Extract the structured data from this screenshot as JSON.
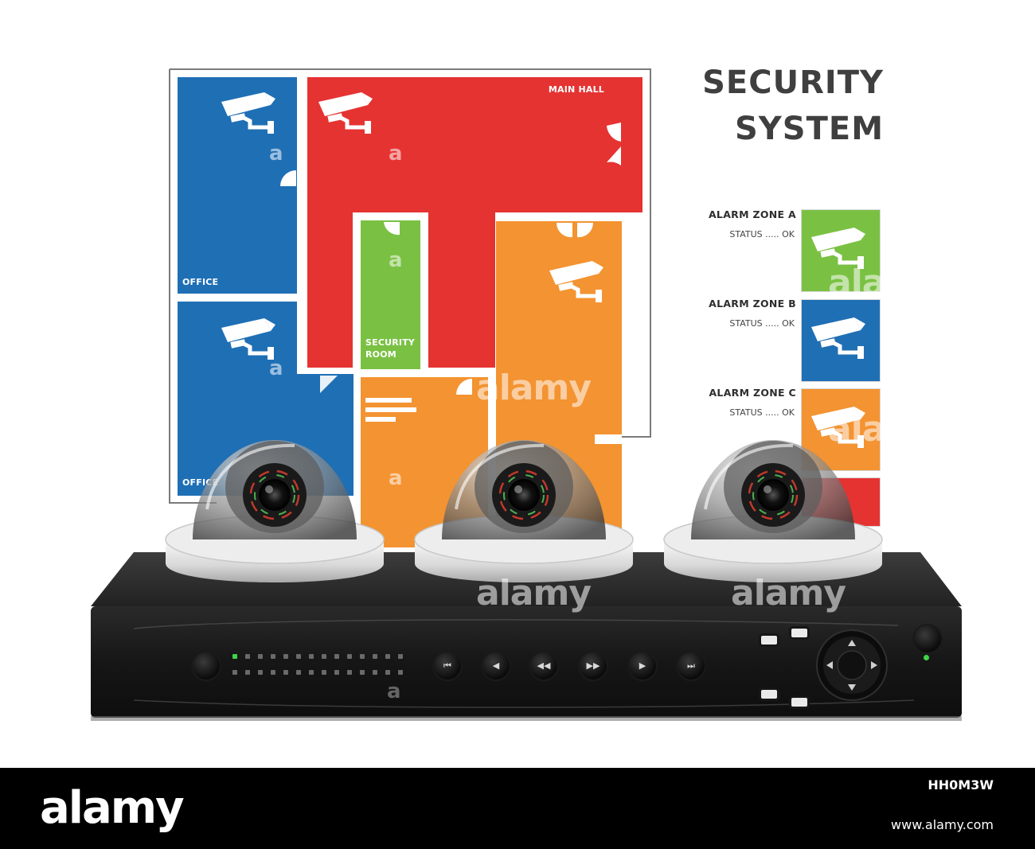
{
  "title": {
    "line1": "SECURITY",
    "line2": "SYSTEM"
  },
  "floor_plan": {
    "rooms": [
      {
        "name": "office-top",
        "label": "OFFICE",
        "color": "#1f6fb5"
      },
      {
        "name": "office-bottom",
        "label": "OFFICE",
        "color": "#1f6fb5"
      },
      {
        "name": "main-hall",
        "label": "MAIN HALL",
        "color": "#e53332"
      },
      {
        "name": "security-room",
        "label": "SECURITY\nROOM",
        "color": "#7ac143"
      },
      {
        "name": "orange-room-right",
        "label": "",
        "color": "#f39331"
      },
      {
        "name": "orange-room-center",
        "label": "",
        "color": "#f39331"
      }
    ],
    "camera_icon": "cctv-camera-icon",
    "door_icon": "door-swing-icon"
  },
  "alarm_zones": [
    {
      "name": "ALARM ZONE A",
      "status": "STATUS ..... OK",
      "color": "#7ac143"
    },
    {
      "name": "ALARM ZONE B",
      "status": "STATUS ..... OK",
      "color": "#1f6fb5"
    },
    {
      "name": "ALARM ZONE C",
      "status": "STATUS ..... OK",
      "color": "#f39331"
    },
    {
      "name": "",
      "status": "",
      "color": "#e53332"
    }
  ],
  "dome_cameras": [
    {
      "name": "dome-camera-left",
      "icon": "dome-camera-icon"
    },
    {
      "name": "dome-camera-center",
      "icon": "dome-camera-icon"
    },
    {
      "name": "dome-camera-right",
      "icon": "dome-camera-icon"
    }
  ],
  "dvr": {
    "body_color": "#1c1c1c",
    "led_color": "#3fd34a",
    "playback_buttons": [
      {
        "name": "skip-back-button",
        "glyph": "⏮"
      },
      {
        "name": "step-back-button",
        "glyph": "◀"
      },
      {
        "name": "rewind-button",
        "glyph": "◀◀"
      },
      {
        "name": "fast-forward-button",
        "glyph": "▶▶"
      },
      {
        "name": "step-forward-button",
        "glyph": "▶"
      },
      {
        "name": "skip-forward-button",
        "glyph": "⏭"
      }
    ],
    "dpad_icon": "directional-pad-icon",
    "power_icon": "power-button-icon"
  },
  "watermarks": [
    "alamy",
    "alamy",
    "alamy",
    "alamy",
    "alamy",
    "a",
    "a",
    "a",
    "a",
    "a",
    "a",
    "a",
    "a"
  ],
  "footer": {
    "logo": "alamy",
    "image_id": "HH0M3W",
    "url": "www.alamy.com"
  }
}
